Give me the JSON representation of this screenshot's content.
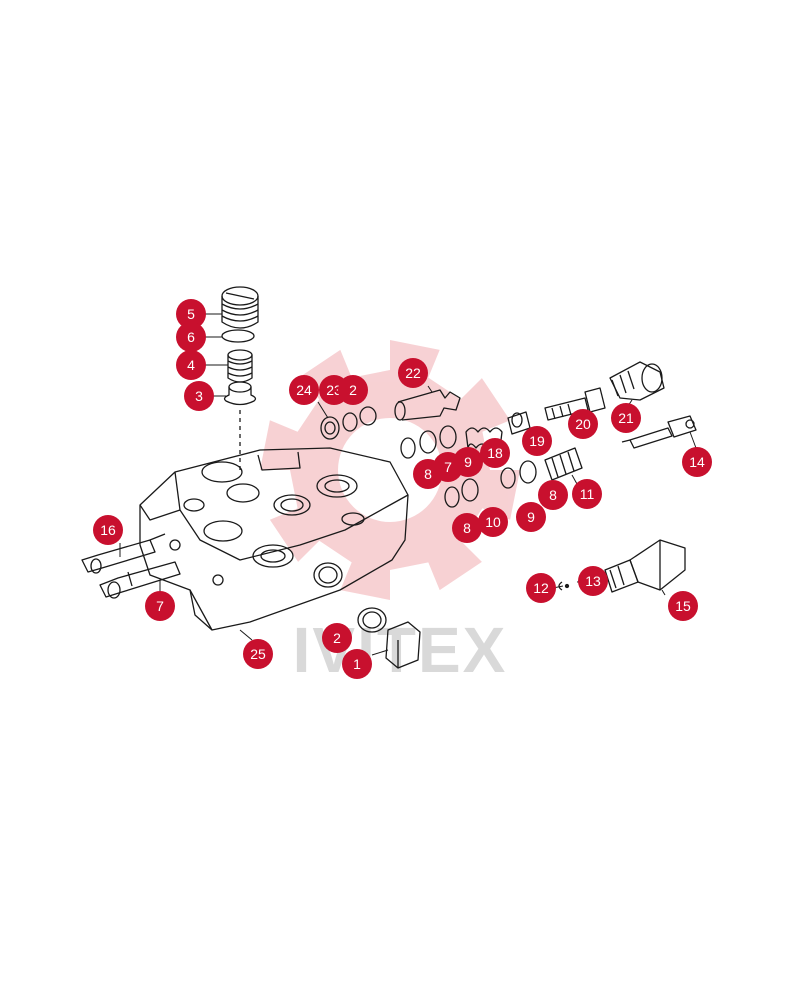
{
  "watermark": {
    "text": "IVITEX",
    "gear_color": "#f6c9cc",
    "text_color": "#d9d9d9"
  },
  "callout_color": "#c8102e",
  "callouts": [
    {
      "label": "5"
    },
    {
      "label": "6"
    },
    {
      "label": "4"
    },
    {
      "label": "3"
    },
    {
      "label": "24"
    },
    {
      "label": "23"
    },
    {
      "label": "2"
    },
    {
      "label": "22"
    },
    {
      "label": "21"
    },
    {
      "label": "20"
    },
    {
      "label": "19"
    },
    {
      "label": "18"
    },
    {
      "label": "9"
    },
    {
      "label": "7"
    },
    {
      "label": "8"
    },
    {
      "label": "14"
    },
    {
      "label": "11"
    },
    {
      "label": "8"
    },
    {
      "label": "9"
    },
    {
      "label": "10"
    },
    {
      "label": "8"
    },
    {
      "label": "16"
    },
    {
      "label": "7"
    },
    {
      "label": "12"
    },
    {
      "label": "13"
    },
    {
      "label": "15"
    },
    {
      "label": "2"
    },
    {
      "label": "1"
    },
    {
      "label": "25"
    }
  ]
}
